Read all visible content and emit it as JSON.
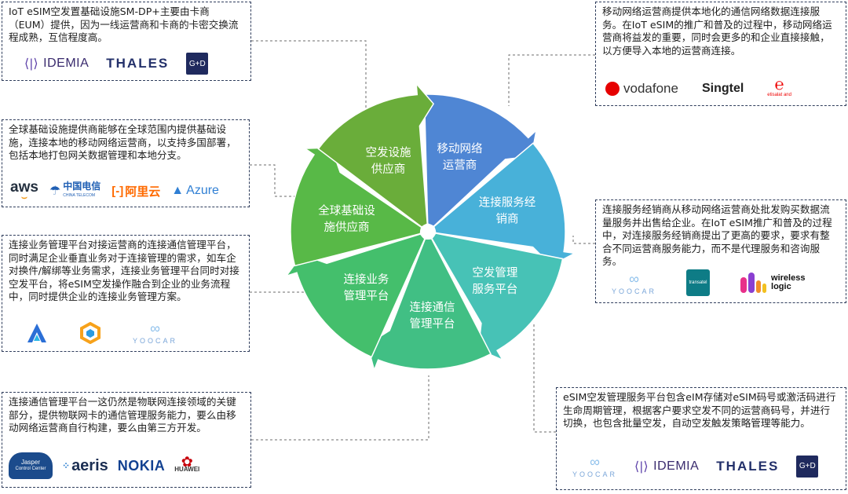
{
  "segments": [
    {
      "line1": "移动网络",
      "line2": "运营商"
    },
    {
      "line1": "连接服务经",
      "line2": "销商"
    },
    {
      "line1": "空发管理",
      "line2": "服务平台"
    },
    {
      "line1": "连接通信",
      "line2": "管理平台"
    },
    {
      "line1": "连接业务",
      "line2": "管理平台"
    },
    {
      "line1": "全球基础设",
      "line2": "施供应商"
    },
    {
      "line1": "空发设施",
      "line2": "供应商"
    }
  ],
  "boxes": {
    "eum": {
      "text": "IoT eSIM空发置基础设施SM-DP+主要由卡商（EUM）提供，因为一线运营商和卡商的卡密交换流程成熟，互信程度高。",
      "logos": [
        "IDEMIA",
        "THALES",
        "G+D"
      ]
    },
    "infra": {
      "text": "全球基础设施提供商能够在全球范围内提供基础设施，连接本地的移动网络运营商，以支持多国部署，包括本地打包网关数据管理和本地分支。",
      "logos": [
        "aws",
        "中国电信",
        "CHINA TELECOM",
        "阿里云",
        "Azure"
      ]
    },
    "biz": {
      "text": "连接业务管理平台对接运营商的连接通信管理平台，同时满足企业垂直业务对于连接管理的需求，如车企对换件/解绑等业务需求，连接业务管理平台同时对接空发平台，将eSIM空发操作融合到企业的业务流程中，同时提供企业的连接业务管理方案。",
      "logos": [
        "YOOCAR"
      ]
    },
    "cmp": {
      "text": "连接通信管理平台一这仍然是物联网连接领域的关键部分，提供物联网卡的通信管理服务能力，要么由移动网络运营商自行构建，要么由第三方开发。",
      "logos": [
        "Jasper",
        "Control Center",
        "aeris",
        "NOKIA",
        "HUAWEI"
      ]
    },
    "mno": {
      "text": "移动网络运营商提供本地化的通信网络数据连接服务。在IoT eSIM的推广和普及的过程中，移动网络运营商将益发的重要，同时会更多的和企业直接接触，以方便导入本地的运营商连接。",
      "logos": [
        "vodafone",
        "Singtel",
        "etisalat and"
      ]
    },
    "dist": {
      "text": "连接服务经销商从移动网络运营商处批发购买数据流量服务并出售给企业。在IoT eSIM推广和普及的过程中，对连接服务经销商提出了更高的要求，要求有整合不同运营商服务能力，而不是代理服务和咨询服务。",
      "logos": [
        "YOOCAR",
        "transatel",
        "wireless",
        "logic"
      ]
    },
    "esim": {
      "text": "eSIM空发管理服务平台包含eIM存储对eSIM码号或激活码进行生命周期管理，根据客户要求空发不同的运营商码号，并进行切换，也包含批量空发，自动空发触发策略管理等能力。",
      "logos": [
        "YOOCAR",
        "IDEMIA",
        "THALES",
        "G+D"
      ]
    }
  },
  "colors": {
    "border": "#2f3d5c",
    "mno": "#4f86d4",
    "dist": "#48b1d9",
    "esim": "#47c2b6",
    "cmp": "#41bf84",
    "biz": "#44bf6c",
    "infra": "#58b947",
    "eum": "#6aad3a"
  }
}
